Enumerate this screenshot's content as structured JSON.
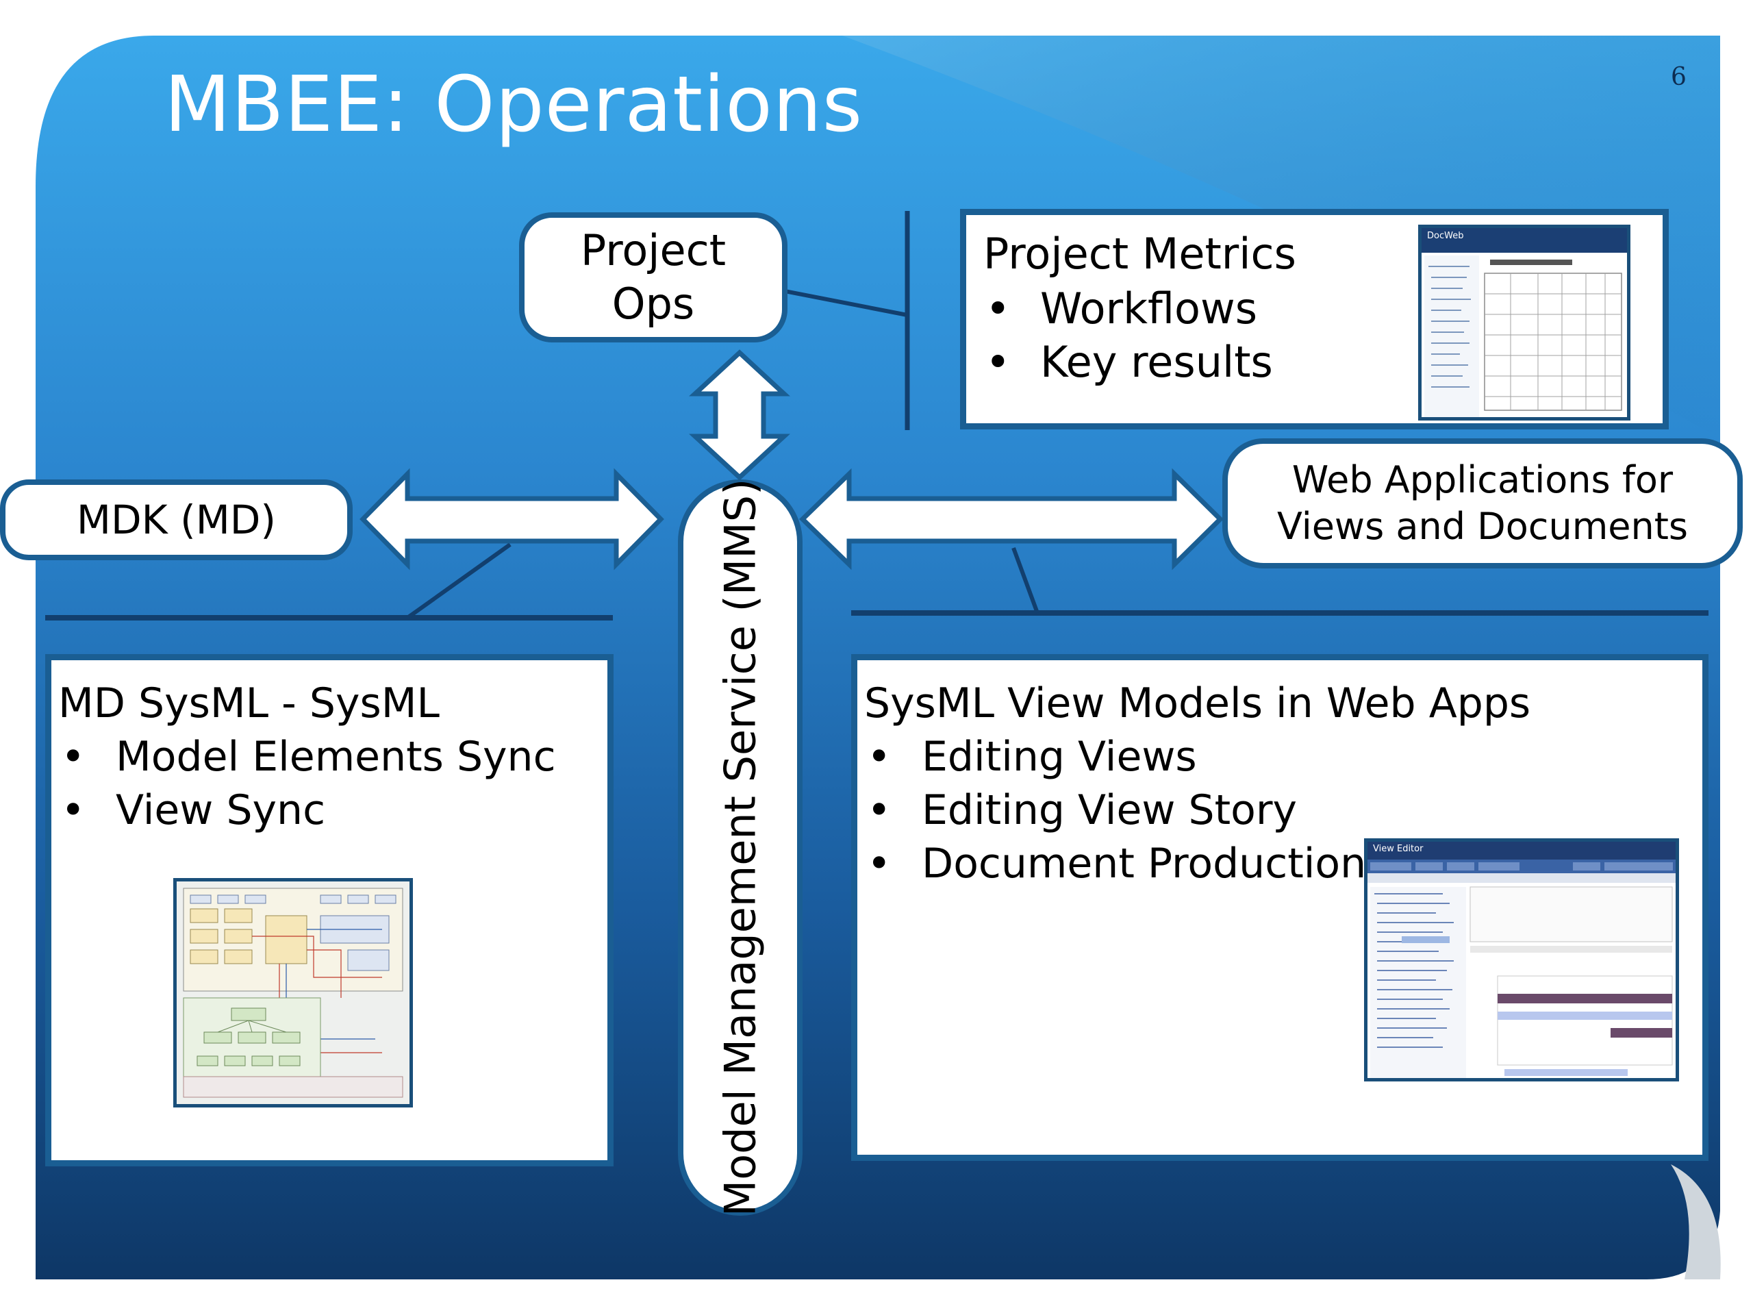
{
  "slide": {
    "title": "MBEE: Operations",
    "page_number": "6",
    "colors": {
      "bg_light": "#3aa4e6",
      "bg_dark": "#0f3a68",
      "stroke": "#1a5e93"
    }
  },
  "nodes": {
    "project_ops": "Project Ops",
    "mdk": "MDK (MD)",
    "web_apps": "Web Applications for Views and Documents",
    "mms": "Model Management Service (MMS)"
  },
  "project_metrics": {
    "title": "Project Metrics",
    "bullets": [
      "Workflows",
      "Key results"
    ]
  },
  "md_sysml": {
    "title": "MD SysML - SysML",
    "bullets": [
      "Model Elements Sync",
      "View Sync"
    ]
  },
  "view_models": {
    "title": "SysML View Models in Web Apps",
    "bullets": [
      "Editing Views",
      "Editing View Story",
      "Document Production"
    ]
  },
  "screenshots": {
    "docweb_logo": "DocWeb",
    "view_editor_title": "View Editor"
  },
  "icons": [
    "double-arrow-horizontal",
    "double-arrow-vertical"
  ]
}
